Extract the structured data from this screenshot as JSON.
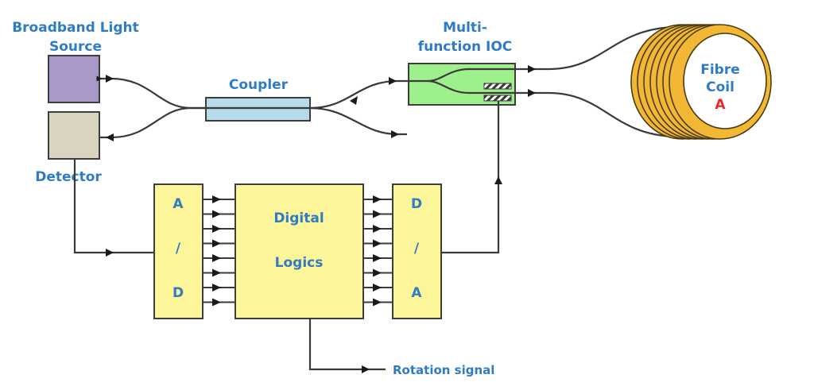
{
  "diagram": {
    "title": "Fibre optic gyroscope block diagram",
    "labels": {
      "source_line1": "Broadband Light",
      "source_line2": "Source",
      "detector": "Detector",
      "coupler": "Coupler",
      "ioc_line1": "Multi-",
      "ioc_line2": "function IOC",
      "coil_line1": "Fibre",
      "coil_line2": "Coil",
      "coil_marker": "A",
      "adc_line1": "A",
      "adc_line2": "/",
      "adc_line3": "D",
      "logic_line1": "Digital",
      "logic_line2": "Logics",
      "dac_line1": "D",
      "dac_line2": "/",
      "dac_line3": "A",
      "output": "Rotation signal"
    },
    "bus_width_bits": 8,
    "colors": {
      "label_text": "#2f7cc4",
      "coil_marker": "#e8262c",
      "light_source": "#a999c8",
      "detector": "#d8d4c0",
      "coupler": "#b7dbe9",
      "ioc": "#9ef08c",
      "converter_blocks": "#fdf59a",
      "coil": "#f2b734",
      "wires": "#3a3a3a"
    },
    "nodes": [
      {
        "id": "light-source",
        "label": "Broadband Light Source"
      },
      {
        "id": "detector",
        "label": "Detector"
      },
      {
        "id": "coupler",
        "label": "Coupler"
      },
      {
        "id": "ioc",
        "label": "Multi-function IOC"
      },
      {
        "id": "fibre-coil",
        "label": "Fibre Coil A"
      },
      {
        "id": "adc",
        "label": "A/D"
      },
      {
        "id": "digital-logics",
        "label": "Digital Logics"
      },
      {
        "id": "dac",
        "label": "D/A"
      }
    ],
    "edges": [
      {
        "from": "light-source",
        "to": "coupler"
      },
      {
        "from": "coupler",
        "to": "detector"
      },
      {
        "from": "coupler",
        "to": "ioc"
      },
      {
        "from": "ioc",
        "to": "coupler"
      },
      {
        "from": "ioc",
        "to": "fibre-coil"
      },
      {
        "from": "fibre-coil",
        "to": "ioc"
      },
      {
        "from": "detector",
        "to": "adc"
      },
      {
        "from": "adc",
        "to": "digital-logics"
      },
      {
        "from": "digital-logics",
        "to": "dac"
      },
      {
        "from": "dac",
        "to": "ioc"
      },
      {
        "from": "digital-logics",
        "to": "output"
      }
    ]
  }
}
